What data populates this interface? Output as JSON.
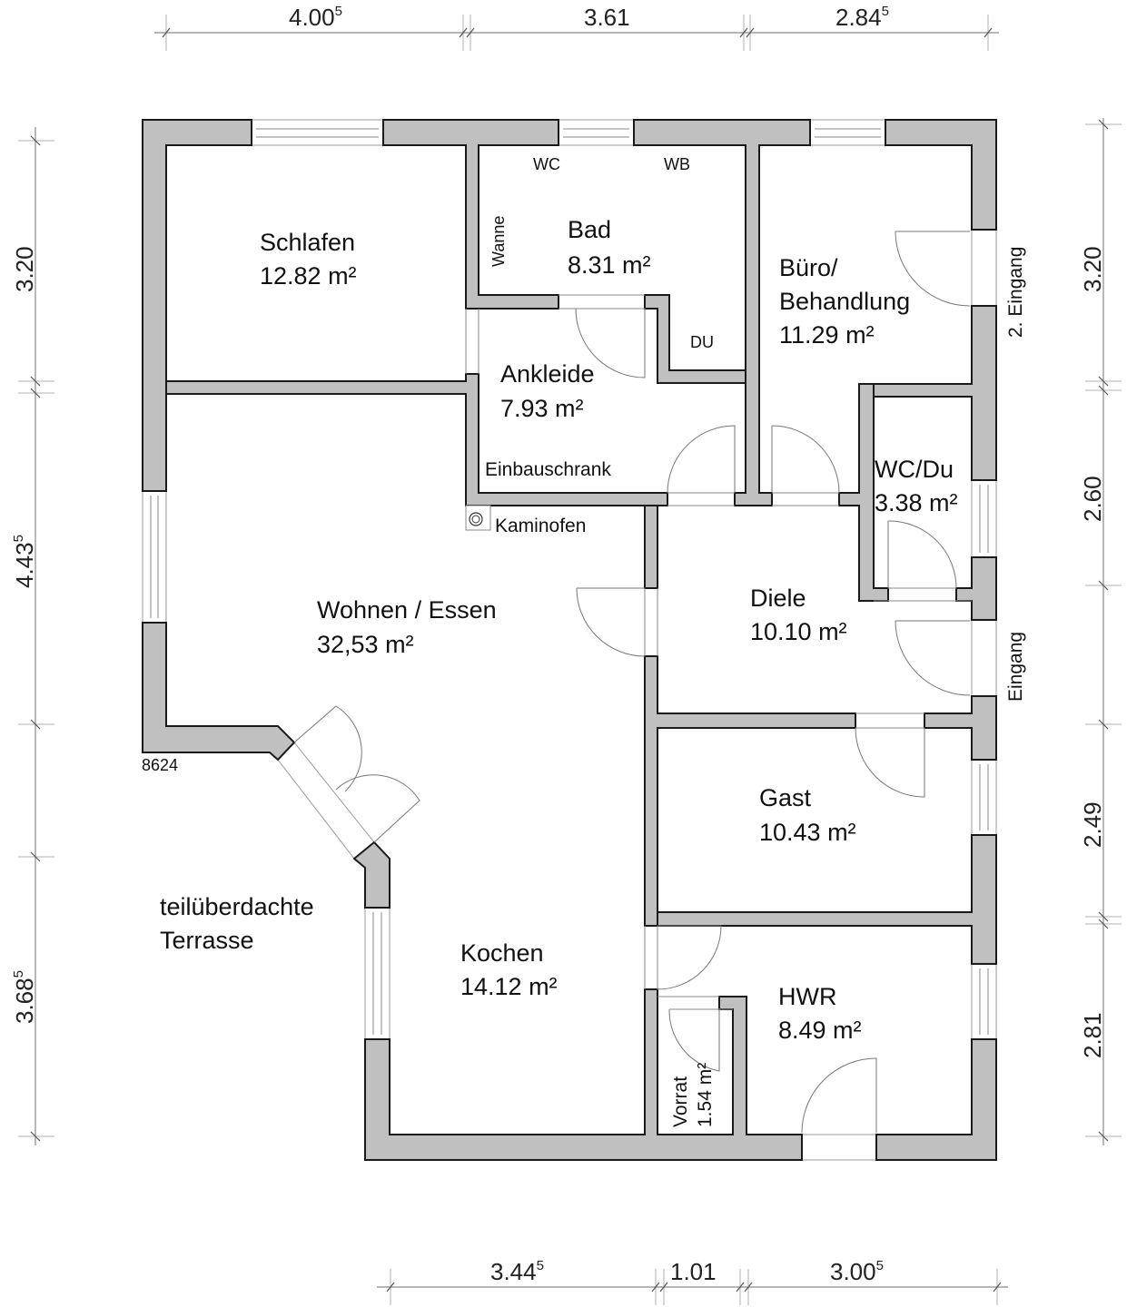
{
  "plan": {
    "dimensions": {
      "top": [
        {
          "value": "4.00",
          "sup": "5"
        },
        {
          "value": "3.61",
          "sup": ""
        },
        {
          "value": "2.84",
          "sup": "5"
        }
      ],
      "bottom": [
        {
          "value": "3.44",
          "sup": "5"
        },
        {
          "value": "1.01",
          "sup": ""
        },
        {
          "value": "3.00",
          "sup": "5"
        }
      ],
      "left": [
        {
          "value": "3.20",
          "sup": ""
        },
        {
          "value": "4.43",
          "sup": "5"
        },
        {
          "value": "3.68",
          "sup": "5"
        }
      ],
      "right": [
        {
          "value": "3.20",
          "sup": ""
        },
        {
          "value": "2.60",
          "sup": ""
        },
        {
          "value": "2.49",
          "sup": ""
        },
        {
          "value": "2.81",
          "sup": ""
        }
      ]
    },
    "rooms": {
      "schlafen": {
        "name": "Schlafen",
        "area": "12.82 m²"
      },
      "bad": {
        "name": "Bad",
        "area": "8.31 m²"
      },
      "buero": {
        "name": "Büro/",
        "name2": "Behandlung",
        "area": "11.29 m²"
      },
      "ankleide": {
        "name": "Ankleide",
        "area": "7.93 m²"
      },
      "wcdu": {
        "name": "WC/Du",
        "area": "3.38 m²"
      },
      "wohnen": {
        "name": "Wohnen / Essen",
        "area": "32,53 m²"
      },
      "diele": {
        "name": "Diele",
        "area": "10.10 m²"
      },
      "gast": {
        "name": "Gast",
        "area": "10.43 m²"
      },
      "kochen": {
        "name": "Kochen",
        "area": "14.12 m²"
      },
      "hwr": {
        "name": "HWR",
        "area": "8.49 m²"
      },
      "vorrat": {
        "name": "Vorrat",
        "area": "1.54 m²"
      }
    },
    "fixtures": {
      "wc": "WC",
      "wb": "WB",
      "wanne": "Wanne",
      "du": "DU",
      "einbauschrank": "Einbauschrank",
      "kaminofen": "Kaminofen"
    },
    "labels": {
      "eingang2": "2. Eingang",
      "eingang": "Eingang",
      "terrasse_line1": "teilüberdachte",
      "terrasse_line2": "Terrasse",
      "code": "8624"
    },
    "colors": {
      "wall_fill": "#c0c0c0",
      "wall_outline": "#1a1a1a",
      "background": "#ffffff"
    }
  }
}
